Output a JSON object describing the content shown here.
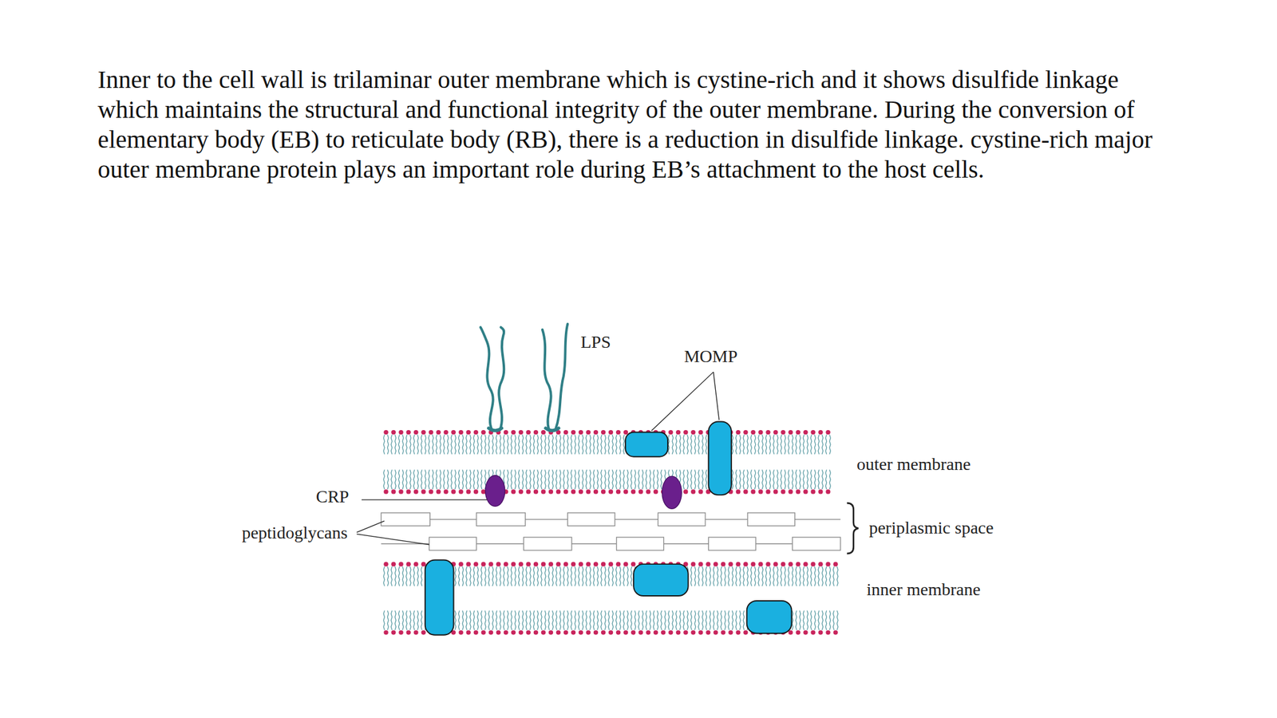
{
  "diagram": {
    "labels": [
      "Inner to the cell wall is trilaminar outer membrane which is cystine-rich and it shows disulfide linkage which maintains the structural and functional integrity of the outer membrane. During the conversion of elementary body (EB) to reticulate body (RB), there is a reduction in disulfide linkage. cystine-rich major outer membrane protein plays an important role during EB’s attachment to the host cells.",
      "LPS",
      "MOMP",
      "CRP",
      "peptidoglycans",
      "outer membrane",
      "periplasmic space",
      "inner membrane"
    ]
  }
}
